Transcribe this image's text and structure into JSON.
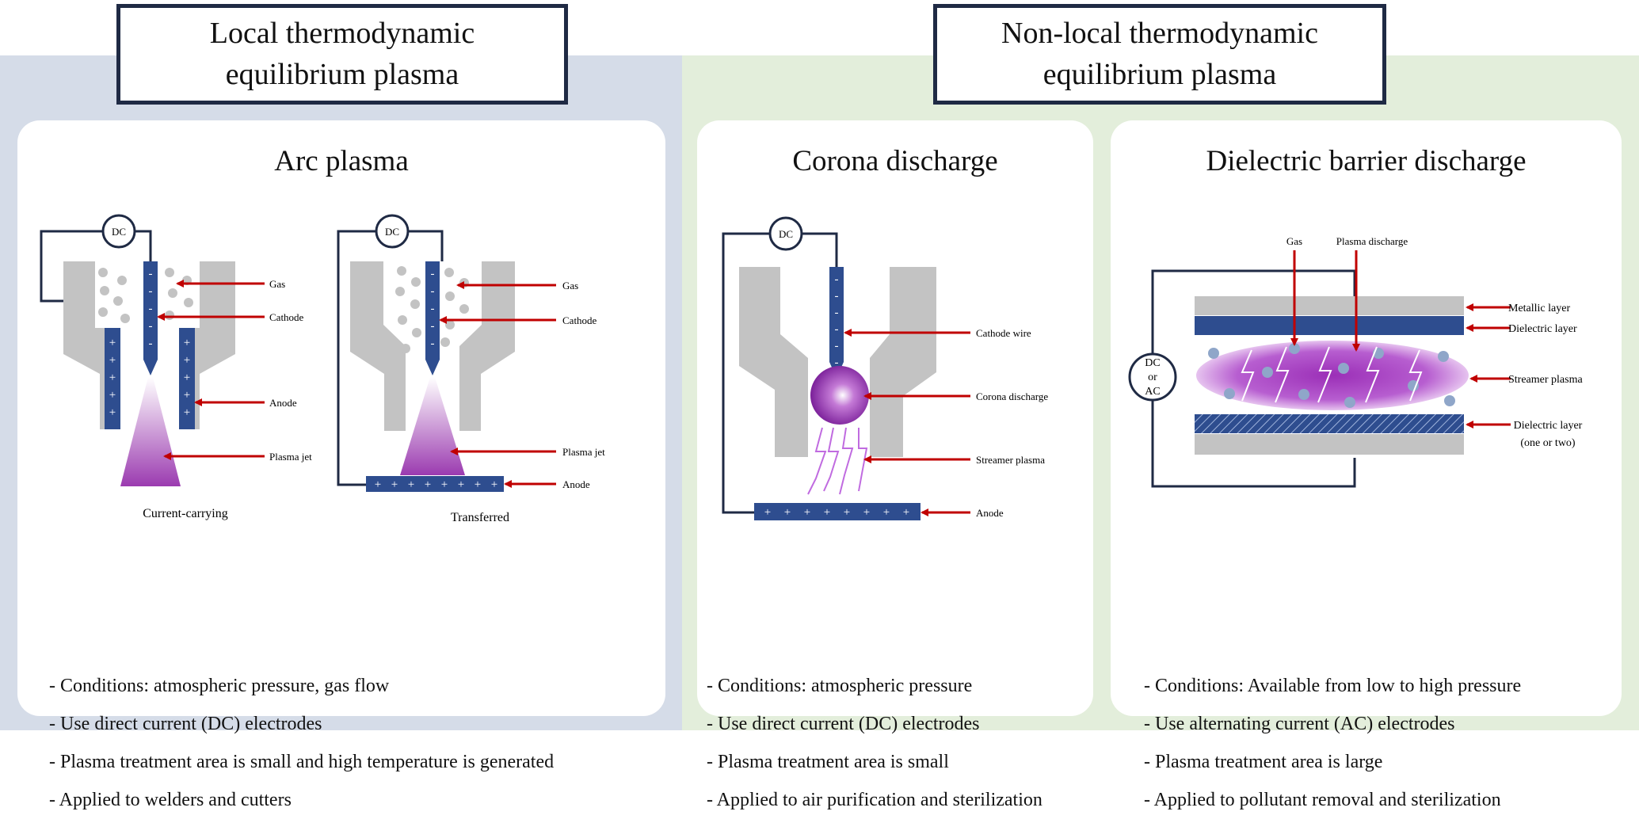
{
  "sections": {
    "left": {
      "title": "Local thermodynamic equilibrium plasma"
    },
    "right": {
      "title": "Non-local thermodynamic equilibrium plasma"
    }
  },
  "panels": {
    "arc": {
      "title": "Arc plasma",
      "current_carrying": {
        "source": "DC",
        "labels": {
          "gas": "Gas",
          "cathode": "Cathode",
          "anode": "Anode",
          "plasma_jet": "Plasma jet"
        },
        "caption": "Current-carrying"
      },
      "transferred": {
        "source": "DC",
        "labels": {
          "gas": "Gas",
          "cathode": "Cathode",
          "plasma_jet": "Plasma jet",
          "anode": "Anode"
        },
        "caption": "Transferred"
      },
      "bullets": [
        "- Conditions: atmospheric pressure, gas flow",
        "- Use direct current (DC) electrodes",
        "- Plasma treatment area is small and high temperature is generated",
        "- Applied to welders and cutters"
      ]
    },
    "corona": {
      "title": "Corona discharge",
      "source": "DC",
      "labels": {
        "cathode_wire": "Cathode wire",
        "corona_discharge": "Corona discharge",
        "streamer_plasma": "Streamer plasma",
        "anode": "Anode"
      },
      "bullets": [
        "- Conditions: atmospheric pressure",
        "- Use direct current (DC) electrodes",
        "- Plasma treatment area is small",
        "- Applied to air purification and sterilization"
      ]
    },
    "dbd": {
      "title": "Dielectric barrier discharge",
      "source": [
        "DC",
        "or",
        "AC"
      ],
      "labels": {
        "gas": "Gas",
        "plasma_discharge": "Plasma discharge",
        "metallic_layer": "Metallic layer",
        "dielectric_layer_top": "Dielectric layer",
        "streamer_plasma": "Streamer plasma",
        "dielectric_layer_bottom": "Dielectric layer",
        "dielectric_layer_note": "(one or two)"
      },
      "bullets": [
        "- Conditions: Available from low to high pressure",
        "- Use alternating current (AC) electrodes",
        "- Plasma treatment area is large",
        "- Applied to pollutant removal and sterilization"
      ]
    }
  },
  "colors": {
    "electrode": "#2e4d8f",
    "nozzle": "#c3c3c3",
    "wire": "#1f2a44",
    "arrow": "#c00000",
    "plasma": "#9b3bb0"
  }
}
